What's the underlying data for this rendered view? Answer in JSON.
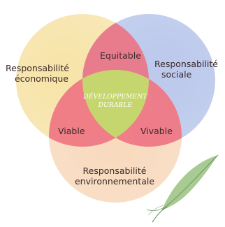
{
  "diagram": {
    "outer_labels": {
      "economic": [
        "Responsabilité",
        "économique"
      ],
      "social": [
        "Responsabilité",
        "sociale"
      ],
      "environmental": [
        "Responsabilité",
        "environnementale"
      ]
    },
    "intersections": {
      "economic_social": "Equitable",
      "economic_environmental": "Viable",
      "social_environmental": "Vivable"
    },
    "center": [
      "DÉVELOPPEMENT",
      "DURABLE"
    ]
  },
  "colors": {
    "economic_circle": "#f3d98a",
    "social_circle": "#9fb2e2",
    "environmental_circle": "#f5c8a0",
    "pairwise_overlap": "#ee6e80",
    "center_overlap": "#c6d66e",
    "leaf": "#9ec487"
  }
}
